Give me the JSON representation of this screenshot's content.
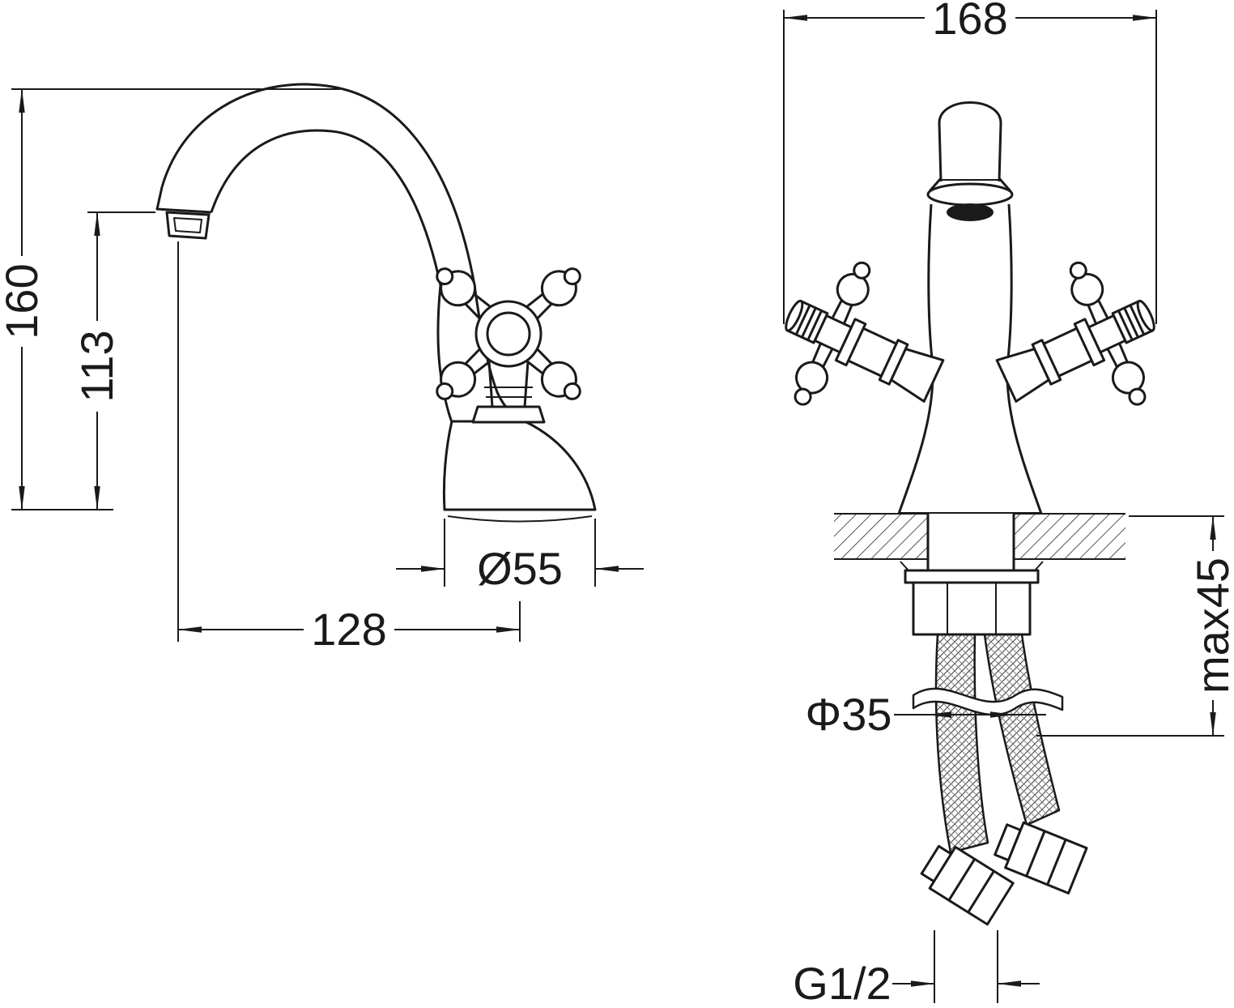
{
  "colors": {
    "line": "#1a1a1a",
    "background": "#ffffff"
  },
  "views": {
    "side": {
      "dimensions": {
        "total_height": "160",
        "spout_outlet_height": "113",
        "base_diameter": "Ø55",
        "spout_reach": "128"
      }
    },
    "front": {
      "dimensions": {
        "overall_width": "168",
        "max_mounting_thickness": "max45",
        "mounting_hole_diameter": "Φ35",
        "hose_thread": "G1/2"
      }
    }
  }
}
